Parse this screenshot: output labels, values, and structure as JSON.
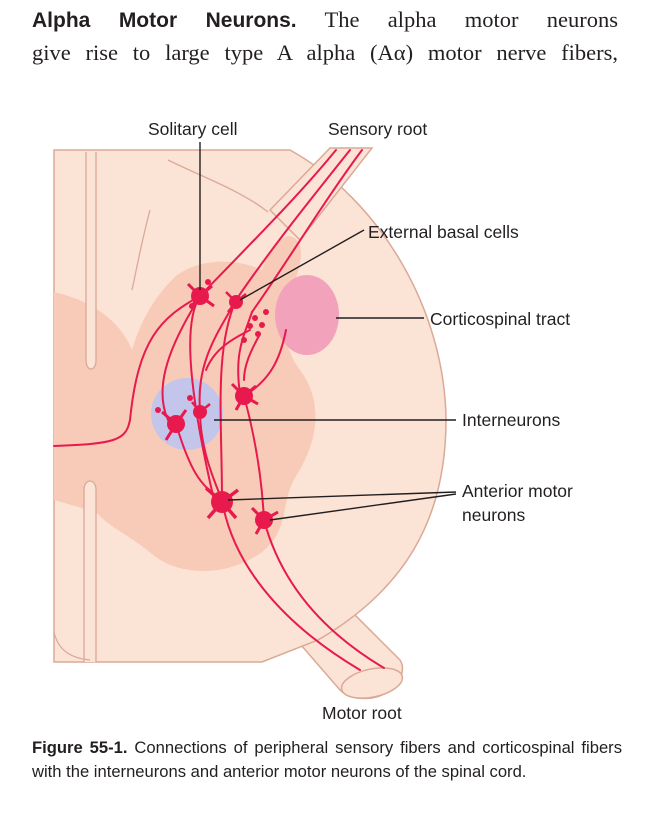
{
  "paragraph": {
    "lead": "Alpha Motor Neurons.",
    "line1_rest": "The alpha motor neurons",
    "line2": "give rise to large type A alpha (Aα) motor nerve fibers,"
  },
  "figure": {
    "labels": {
      "solitary_cell": "Solitary cell",
      "sensory_root": "Sensory root",
      "external_basal_cells": "External basal cells",
      "corticospinal_tract": "Corticospinal tract",
      "interneurons": "Interneurons",
      "anterior_motor_neurons_line1": "Anterior motor",
      "anterior_motor_neurons_line2": "neurons",
      "motor_root": "Motor root"
    },
    "colors": {
      "white_matter": "#fbe3d6",
      "gray_matter": "#f7cbb7",
      "outline": "#dba996",
      "nerve": "#e8194d",
      "tract": "#f2a3bb",
      "interneuron_zone": "#c3c6ea"
    }
  },
  "caption": {
    "figure_number": "Figure 55-1.",
    "text": "Connections of peripheral sensory fibers and corticospinal fibers with the interneurons and anterior motor neurons of the spinal cord."
  }
}
